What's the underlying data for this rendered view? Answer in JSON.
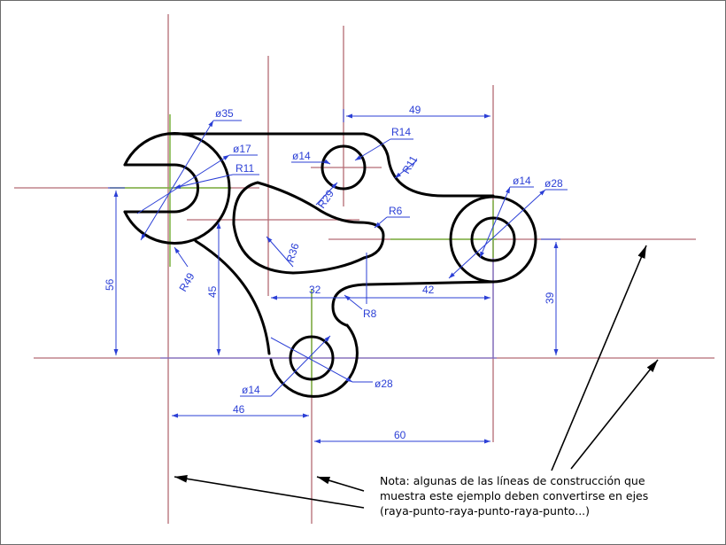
{
  "dimensions": {
    "d49": "49",
    "d42": "42",
    "d32": "32",
    "d46": "46",
    "d60": "60",
    "d56": "56",
    "d45": "45",
    "d39": "39",
    "dia35": "ø35",
    "dia17": "ø17",
    "dia14_top": "ø14",
    "dia14_right": "ø14",
    "dia28_right": "ø28",
    "dia14_bottom": "ø14",
    "dia28_bottom": "ø28",
    "r11_left": "R11",
    "r14": "R14",
    "r11_right": "R11",
    "r29": "R29",
    "r6": "R6",
    "r36": "R36",
    "r49": "R49",
    "r8": "R8"
  },
  "note": {
    "line1": "Nota: algunas de las líneas de construcción que",
    "line2": "muestra este ejemplo deben convertirse en ejes",
    "line3": "(raya-punto-raya-punto-raya-punto...)"
  }
}
